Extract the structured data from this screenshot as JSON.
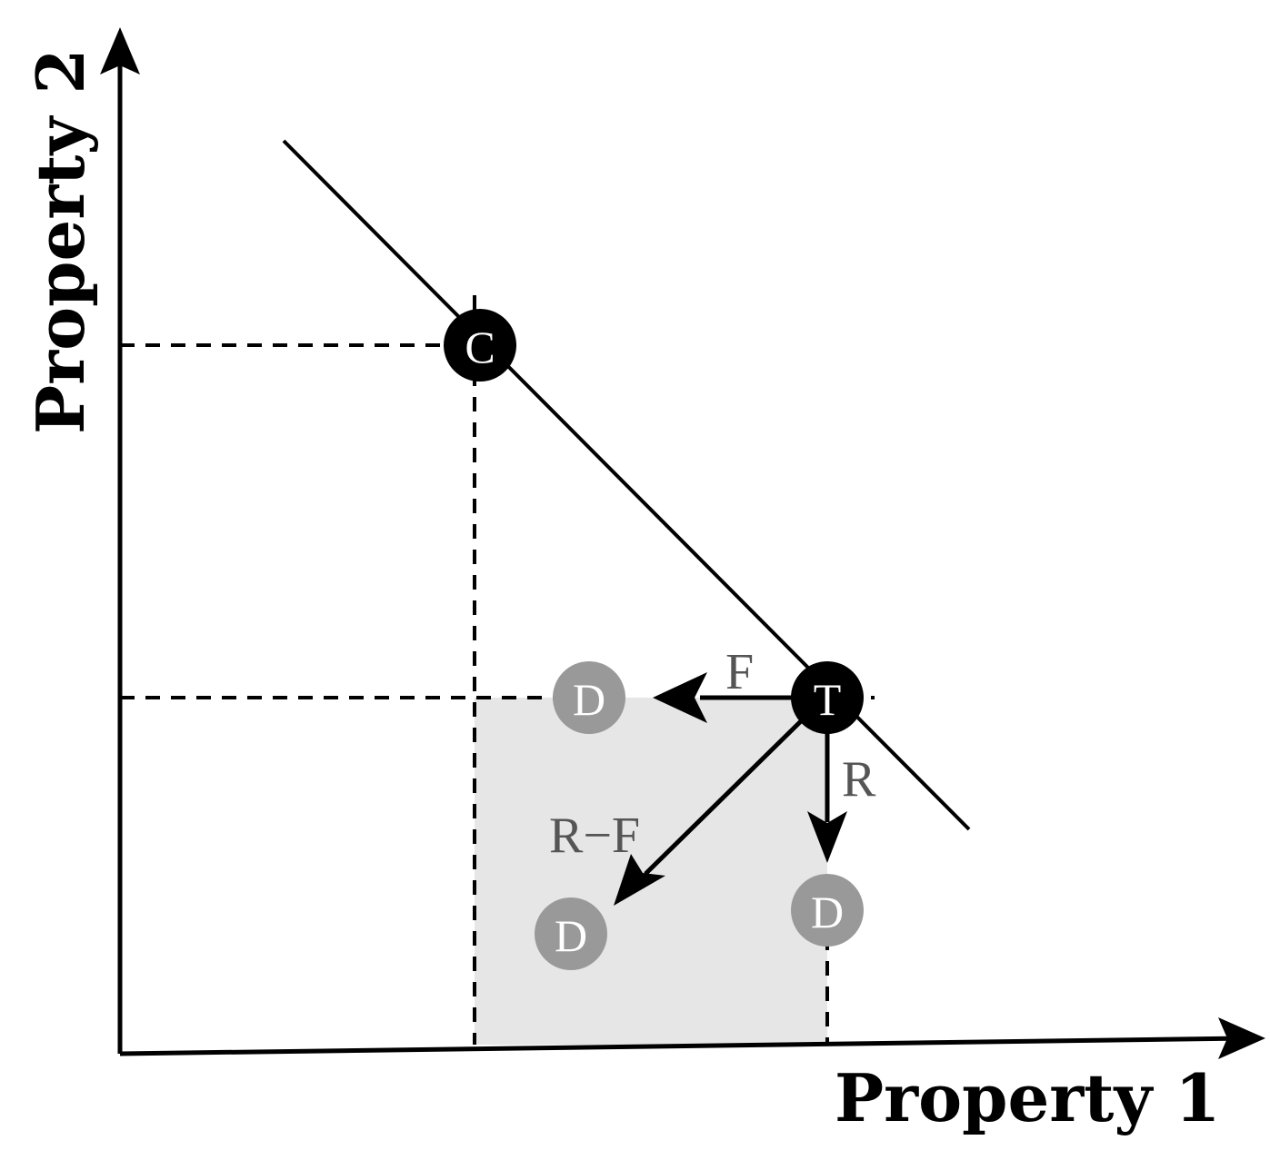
{
  "axes": {
    "x_label": "Property 1",
    "y_label": "Property 2"
  },
  "nodes": {
    "c": "C",
    "t": "T",
    "d": "D"
  },
  "arrows": {
    "f": "F",
    "r": "R",
    "rf": "R−F"
  },
  "colors": {
    "line": "#000000",
    "node_dark": "#000000",
    "node_light": "#999999",
    "region": "#e6e6e6",
    "arrow_label": "#555555"
  }
}
